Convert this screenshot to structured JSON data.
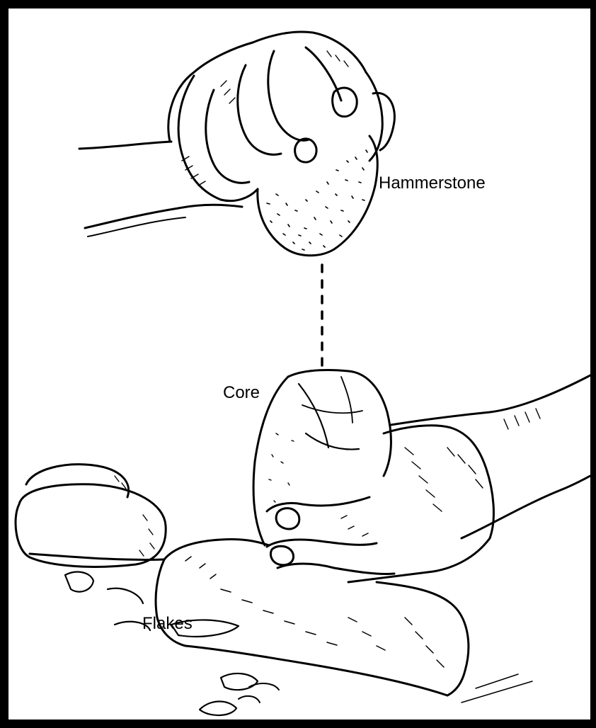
{
  "labels": {
    "hammerstone": "Hammerstone",
    "core": "Core",
    "flakes": "Flakes"
  },
  "colors": {
    "ink": "#000000",
    "paper": "#ffffff",
    "border": "#000000"
  }
}
